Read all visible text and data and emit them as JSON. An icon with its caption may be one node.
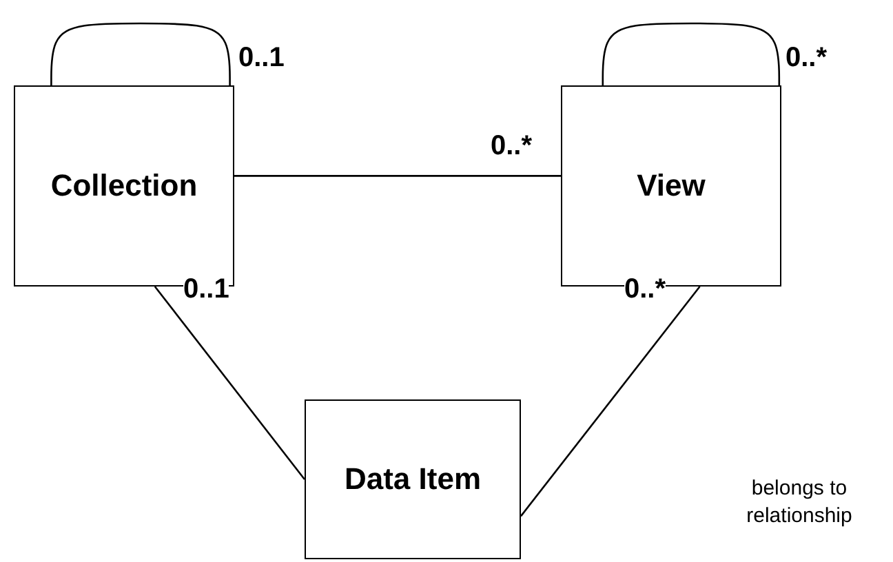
{
  "diagram": {
    "nodes": [
      {
        "text": [
          "Collection"
        ]
      },
      {
        "text": [
          "View"
        ]
      },
      {
        "text": [
          "Data Item"
        ]
      }
    ],
    "edges": [
      {
        "from": 0,
        "to": 0,
        "arrow": "none",
        "label": "0..1"
      },
      {
        "from": 0,
        "to": 1,
        "arrow": "none",
        "label": "0..*"
      },
      {
        "from": 1,
        "to": 1,
        "arrow": "none",
        "label": "0..*"
      },
      {
        "from": 0,
        "to": 2,
        "arrow": "none",
        "label": "0..1"
      },
      {
        "from": 1,
        "to": 2,
        "arrow": "none",
        "label": "0..*"
      }
    ],
    "labels": [
      "belongs to relationship"
    ]
  }
}
